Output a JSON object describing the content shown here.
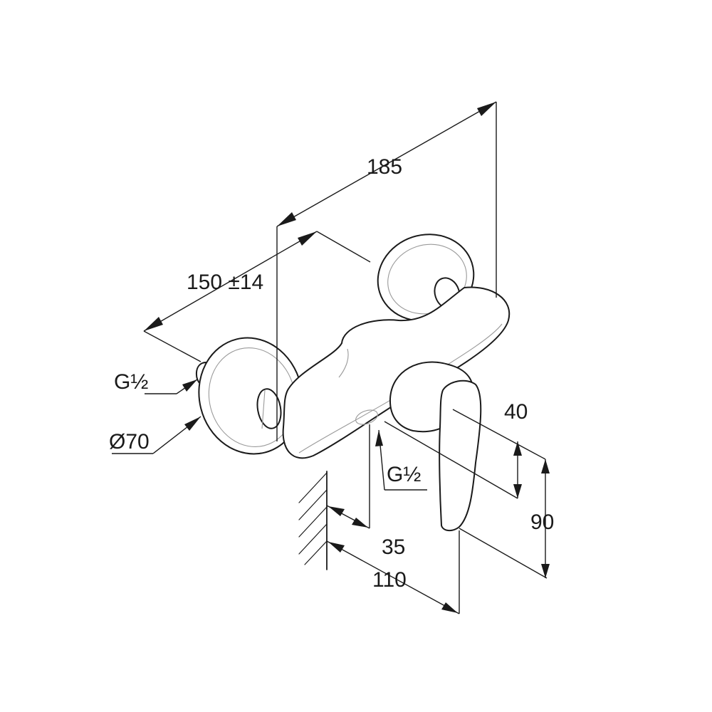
{
  "dimensions": {
    "overall_length": "185",
    "inlet_spacing": "150 ±14",
    "inlet_thread": "G½",
    "rosette_diameter": "Ø70",
    "outlet_thread": "G½",
    "lever_height": "40",
    "total_height": "90",
    "outlet_offset": "35",
    "projection": "110"
  }
}
